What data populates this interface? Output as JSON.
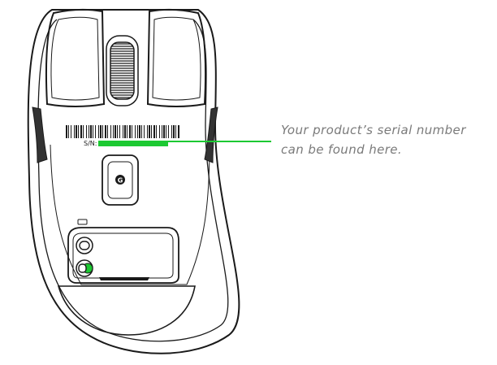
{
  "colors": {
    "line": "#1a1a1a",
    "accent": "#1cc932",
    "text": "#7a7a7a",
    "gray": "#9a9a9a",
    "fill": "#ffffff"
  },
  "label": {
    "serial_prefix": "S/N:",
    "logo_glyph": "G"
  },
  "caption": {
    "line1": "Your product’s serial number",
    "line2": "can be found here."
  },
  "icons": {
    "logo": "razer-logo-icon",
    "sensor": "sensor-icon"
  }
}
